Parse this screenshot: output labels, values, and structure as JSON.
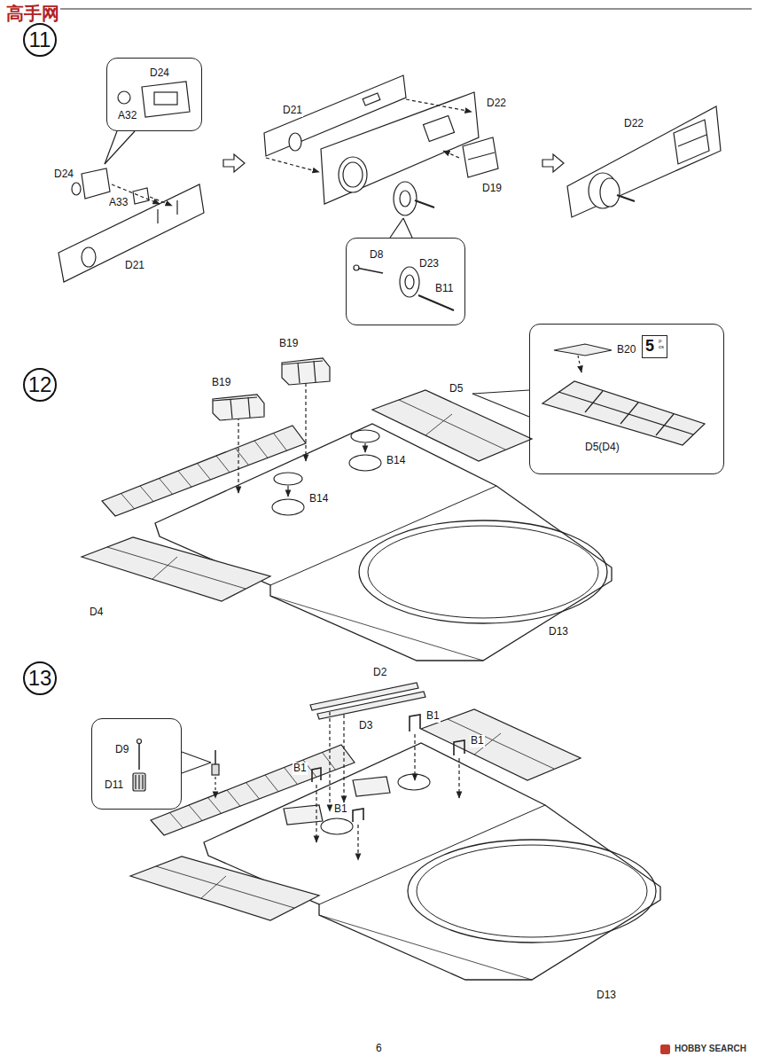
{
  "diagram": {
    "nodes": [
      {
        "text": [
          "11"
        ]
      },
      {
        "text": [
          "D24",
          "A32"
        ]
      },
      {
        "text": [
          "D8",
          "D23",
          "B11"
        ]
      },
      {
        "text": [
          "12"
        ]
      },
      {
        "text": [
          "B20",
          "D5(D4)"
        ]
      },
      {
        "text": [
          "5",
          "pcs"
        ],
        "in": 4
      },
      {
        "text": [
          "13"
        ]
      },
      {
        "text": [
          "D9",
          "D11"
        ]
      }
    ],
    "labels": [
      "高手网",
      "D24",
      "A33",
      "D21",
      "D21",
      "D22",
      "D19",
      "D22",
      "B19",
      "B19",
      "B14",
      "B14",
      "D5",
      "D4",
      "D13",
      "D2",
      "D3",
      "B1",
      "B1",
      "B1",
      "B1",
      "D13",
      "6",
      "HOBBY SEARCH"
    ]
  }
}
